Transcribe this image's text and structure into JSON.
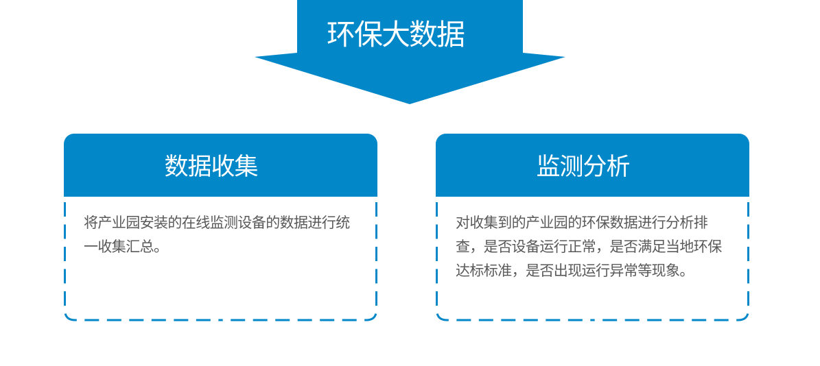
{
  "banner": {
    "label": "环保大数据"
  },
  "cards": [
    {
      "title": "数据收集",
      "body": "将产业园安装的在线监测设备的数据进行统一收集汇总。"
    },
    {
      "title": "监测分析",
      "body": "对收集到的产业园的环保数据进行分析排查，是否设备运行正常，是否满足当地环保达标标准，是否出现运行异常等现象。"
    }
  ],
  "colors": {
    "primary": "#0287c8",
    "dash_border": "#0287c8",
    "body_text": "#595959",
    "title_text": "#ffffff"
  }
}
